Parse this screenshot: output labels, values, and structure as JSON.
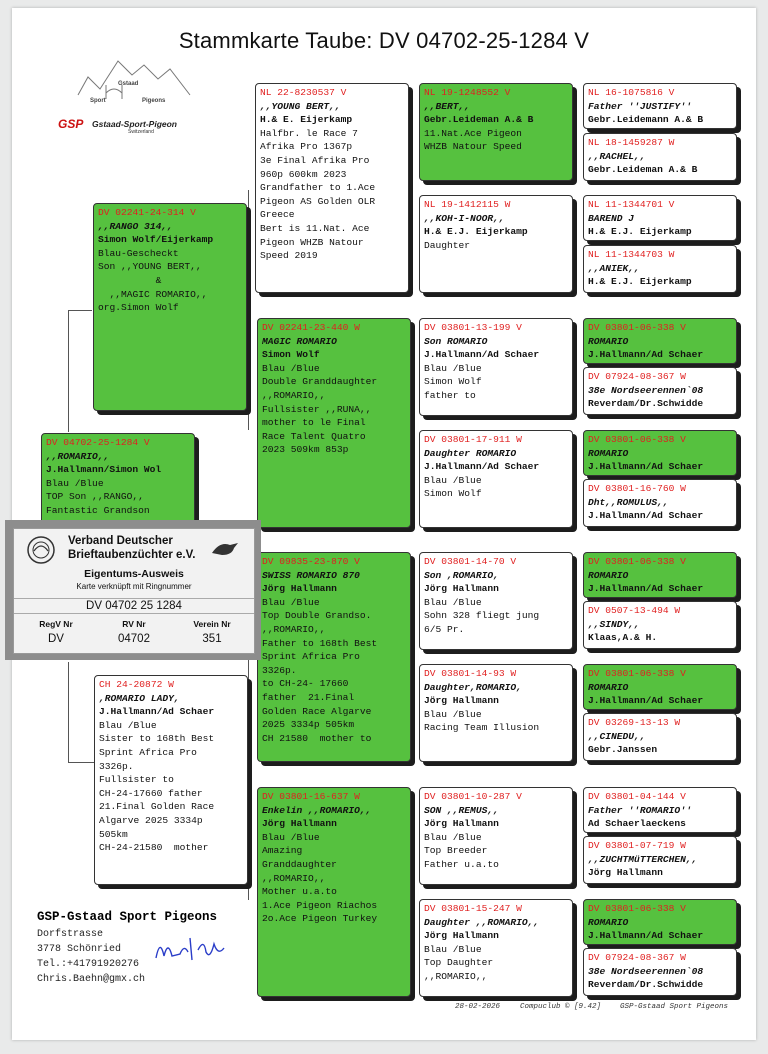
{
  "title": "Stammkarte Taube: DV  04702-25-1284 V",
  "logo": {
    "place": "Gstaad",
    "left_word": "Sport",
    "right_word": "Pigeons",
    "tag": "GSP",
    "name": "Gstaad-Sport-Pigeon",
    "country": "Switzerland"
  },
  "cards": {
    "main": {
      "ring": "DV  04702-25-1284 V",
      "name": ",,ROMARIO,,",
      "owner": "J.Hallmann/Simon Wol",
      "lines": [
        "Blau /Blue",
        "TOP Son ,,RANGO,,",
        "Fantastic Grandson"
      ]
    },
    "father": {
      "ring": "DV  02241-24-314 V",
      "name": ",,RANGO 314,,",
      "owner": "Simon Wolf/Eijerkamp",
      "lines": [
        "Blau-Gescheckt",
        "Son ,,YOUNG BERT,,",
        "          &",
        "  ,,MAGIC ROMARIO,,",
        "",
        "org.Simon Wolf"
      ]
    },
    "mother": {
      "ring": "CH  24-20872 W",
      "name": ",ROMARIO LADY,",
      "owner": "J.Hallmann/Ad Schaer",
      "lines": [
        "Blau /Blue",
        "Sister to 168th Best",
        "Sprint Africa Pro",
        "3326p.",
        "",
        "Fullsister to",
        "CH-24-17660 father",
        "21.Final Golden Race",
        "Algarve 2025 3334p",
        "505km",
        "CH-24-21580  mother"
      ]
    },
    "ff": {
      "ring": "NL  22-8230537 V",
      "name": ",,YOUNG BERT,,",
      "owner": "H.& E. Eijerkamp",
      "lines": [
        "",
        "Halfbr. le Race 7",
        "Afrika Pro 1367p",
        "3e Final Afrika Pro",
        "960p 600km 2023",
        "Grandfather to 1.Ace",
        "Pigeon AS Golden OLR",
        "Greece",
        "Bert is 11.Nat. Ace",
        "Pigeon WHZB Natour",
        "Speed 2019"
      ]
    },
    "fm": {
      "ring": "DV  02241-23-440 W",
      "name": "MAGIC ROMARIO",
      "owner": "Simon Wolf",
      "lines": [
        "Blau /Blue",
        "Double Granddaughter",
        ",,ROMARIO,,",
        "Fullsister ,,RUNA,,",
        "mother to le Final",
        "Race Talent Quatro",
        "2023 509km 853p"
      ]
    },
    "mf": {
      "ring": "DV  09835-23-870 V",
      "name": "SWISS ROMARIO 870",
      "owner": "Jörg Hallmann",
      "lines": [
        "Blau /Blue",
        "Top Double Grandso.",
        ",,ROMARIO,,",
        "Father to 168th Best",
        "Sprint Africa Pro",
        "3326p.",
        "to CH-24- 17660",
        "father  21.Final",
        "Golden Race Algarve",
        "2025 3334p 505km",
        "CH 21580  mother to"
      ]
    },
    "mm": {
      "ring": "DV  03801-16-637 W",
      "name": "Enkelin ,,ROMARIO,,",
      "owner": "Jörg Hallmann",
      "lines": [
        "Blau /Blue",
        "Amazing",
        "Granddaughter",
        ",,ROMARIO,,",
        "Mother u.a.to",
        "1.Ace Pigeon Riachos",
        "2o.Ace Pigeon Turkey"
      ]
    },
    "fff": {
      "ring": "NL  19-1248552 V",
      "name": ",,BERT,,",
      "owner": "Gebr.Leideman A.& B",
      "lines": [
        "",
        "11.Nat.Ace Pigeon",
        "WHZB Natour Speed"
      ]
    },
    "ffm": {
      "ring": "NL  19-1412115 W",
      "name": ",,KOH-I-NOOR,,",
      "owner": "H.& E.J. Eijerkamp",
      "lines": [
        "",
        "Daughter"
      ]
    },
    "fmf": {
      "ring": "DV  03801-13-199 V",
      "name": "Son ROMARIO",
      "owner": "J.Hallmann/Ad Schaer",
      "lines": [
        "Blau /Blue",
        "Simon Wolf",
        "father to"
      ]
    },
    "fmm": {
      "ring": "DV  03801-17-911 W",
      "name": "Daughter ROMARIO",
      "owner": "J.Hallmann/Ad Schaer",
      "lines": [
        "Blau /Blue",
        "Simon Wolf"
      ]
    },
    "mff": {
      "ring": "DV  03801-14-70 V",
      "name": "Son ,ROMARIO,",
      "owner": "Jörg Hallmann",
      "lines": [
        "Blau /Blue",
        "Sohn 328 fliegt jung",
        "6/5 Pr."
      ]
    },
    "mfm": {
      "ring": "DV  03801-14-93 W",
      "name": "Daughter,ROMARIO,",
      "owner": "Jörg Hallmann",
      "lines": [
        "Blau /Blue",
        "Racing Team Illusion"
      ]
    },
    "mmf": {
      "ring": "DV  03801-10-287 V",
      "name": "SON ,,REMUS,,",
      "owner": "Jörg Hallmann",
      "lines": [
        "Blau /Blue",
        "Top Breeder",
        "Father u.a.to"
      ]
    },
    "mmm": {
      "ring": "DV  03801-15-247 W",
      "name": "Daughter ,,ROMARIO,,",
      "owner": "Jörg Hallmann",
      "lines": [
        "Blau /Blue",
        "Top Daughter",
        ",,ROMARIO,,"
      ]
    },
    "g1": {
      "ring": "NL  16-1075816 V",
      "name": "Father ''JUSTIFY''",
      "owner": "Gebr.Leidemann A.& B"
    },
    "g2": {
      "ring": "NL  18-1459287 W",
      "name": ",,RACHEL,,",
      "owner": "Gebr.Leideman A.& B"
    },
    "g3": {
      "ring": "NL  11-1344701 V",
      "name": "BAREND J",
      "owner": "H.& E.J. Eijerkamp"
    },
    "g4": {
      "ring": "NL  11-1344703 W",
      "name": ",,ANIEK,,",
      "owner": "H.& E.J. Eijerkamp"
    },
    "g5": {
      "ring": "DV  03801-06-338 V",
      "name": "ROMARIO",
      "owner": "J.Hallmann/Ad Schaer"
    },
    "g6": {
      "ring": "DV  07924-08-367 W",
      "name": "38e Nordseerennen`08",
      "owner": "Reverdam/Dr.Schwidde"
    },
    "g7": {
      "ring": "DV  03801-06-338 V",
      "name": "ROMARIO",
      "owner": "J.Hallmann/Ad Schaer"
    },
    "g8": {
      "ring": "DV  03801-16-760 W",
      "name": "Dht,,ROMULUS,,",
      "owner": "J.Hallmann/Ad Schaer"
    },
    "g9": {
      "ring": "DV  03801-06-338 V",
      "name": "ROMARIO",
      "owner": "J.Hallmann/Ad Schaer"
    },
    "g10": {
      "ring": "DV  0507-13-494 W",
      "name": ",,SINDY,,",
      "owner": "Klaas,A.& H."
    },
    "g11": {
      "ring": "DV  03801-06-338 V",
      "name": "ROMARIO",
      "owner": "J.Hallmann/Ad Schaer"
    },
    "g12": {
      "ring": "DV  03269-13-13 W",
      "name": ",,CINEDU,,",
      "owner": "Gebr.Janssen"
    },
    "g13": {
      "ring": "DV  03801-04-144 V",
      "name": "Father ''ROMARIO''",
      "owner": "Ad Schaerlaeckens"
    },
    "g14": {
      "ring": "DV  03801-07-719 W",
      "name": ",,ZUCHTMüTTERCHEN,,",
      "owner": "Jörg Hallmann"
    },
    "g15": {
      "ring": "DV  03801-06-338 V",
      "name": "ROMARIO",
      "owner": "J.Hallmann/Ad Schaer"
    },
    "g16": {
      "ring": "DV  07924-08-367 W",
      "name": "38e Nordseerennen`08",
      "owner": "Reverdam/Dr.Schwidde"
    }
  },
  "id_card": {
    "assoc_line1": "Verband Deutscher",
    "assoc_line2": "Brieftaubenzüchter e.V.",
    "title": "Eigentums-Ausweis",
    "subtitle": "Karte verknüpft mit Ringnummer",
    "ring": "DV 04702 25 1284",
    "col1_label": "RegV Nr",
    "col2_label": "RV Nr",
    "col3_label": "Verein Nr",
    "col1_value": "DV",
    "col2_value": "04702",
    "col3_value": "351"
  },
  "footer": {
    "name": "GSP-Gstaad Sport Pigeons",
    "street": "Dorfstrasse",
    "city": "3778  Schönried",
    "tel": "Tel.:+41791920276",
    "email": "Chris.Baehn@gmx.ch",
    "date": "28-02-2026",
    "software": "Compuclub © [9.42]",
    "company": "GSP-Gstaad Sport Pigeons"
  }
}
